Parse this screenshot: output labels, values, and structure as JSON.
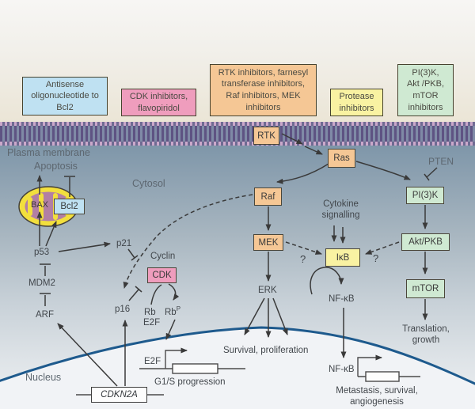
{
  "inhibitor_boxes": [
    {
      "label": "Antisense\noligonucleotide to\nBcl2",
      "color": "#bfe1f2"
    },
    {
      "label": "CDK inhibitors,\nflavopiridol",
      "color": "#ef9dbd"
    },
    {
      "label": "RTK inhibitors, farnesyl\ntransferase inhibitors,\nRaf inhibitors, MEK\ninhibitors",
      "color": "#f5c795"
    },
    {
      "label": "Protease\ninhibitors",
      "color": "#f9f2a2"
    },
    {
      "label": "PI(3)K,\nAkt /PKB,\nmTOR\ninhibitors",
      "color": "#cfe9d2"
    }
  ],
  "membrane": {
    "label": "Plasma membrane"
  },
  "regions": {
    "cytosol": "Cytosol",
    "nucleus": "Nucleus"
  },
  "nodes": {
    "rtk": "RTK",
    "ras": "Ras",
    "raf": "Raf",
    "mek": "MEK",
    "erk": "ERK",
    "pi3k": "PI(3)K",
    "akt_pkb": "Akt/PKB",
    "mtor": "mTOR",
    "ikb": "IκB",
    "nfkb": "NF-κB",
    "cdk": "CDK",
    "cyclin": "Cyclin",
    "bcl2": "Bcl2",
    "bax": "BAX",
    "p53": "p53",
    "mdm2": "MDM2",
    "arf": "ARF",
    "p21": "p21",
    "p16": "p16",
    "rb": "Rb",
    "rb_phospho_sup": "P",
    "e2f": "E2F",
    "pten": "PTEN",
    "cytokine_signalling": "Cytokine\nsignalling",
    "question_mark": "?"
  },
  "nucleus_items": {
    "e2f": "E2F",
    "g1s_progression": "G1/S progression",
    "cdkn2a_gene": "CDKN2A",
    "nfkb": "NF-κB"
  },
  "outcomes": {
    "apoptosis": "Apoptosis",
    "survival": "Survival, proliferation",
    "translation": "Translation,\ngrowth",
    "metastasis": "Metastasis, survival,\nangiogenesis"
  },
  "colors": {
    "pathway_peach": "#f5c795",
    "inhibitor_pink": "#ef9dbd",
    "antisense_blue": "#bfe1f2",
    "protease_yellow": "#f9f2a2",
    "pi3k_green": "#cfe9d2",
    "membrane_purple": "#5e5383",
    "nucleus_border_blue": "#1e5a8d",
    "mitochondria_yellow": "#f2df3d",
    "mitochondria_purple": "#b27fa4"
  }
}
